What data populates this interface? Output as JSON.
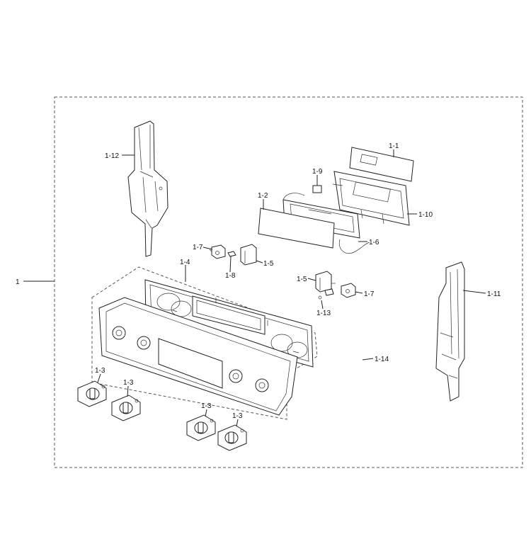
{
  "labels": {
    "assembly": "1",
    "p1_1": "1-1",
    "p1_2": "1-2",
    "p1_3a": "1-3",
    "p1_3b": "1-3",
    "p1_3c": "1-3",
    "p1_3d": "1-3",
    "p1_4": "1-4",
    "p1_5a": "1-5",
    "p1_5b": "1-5",
    "p1_6": "1-6",
    "p1_7a": "1-7",
    "p1_7b": "1-7",
    "p1_8": "1-8",
    "p1_9": "1-9",
    "p1_10": "1-10",
    "p1_11": "1-11",
    "p1_12": "1-12",
    "p1_13": "1-13",
    "p1_14": "1-14"
  }
}
